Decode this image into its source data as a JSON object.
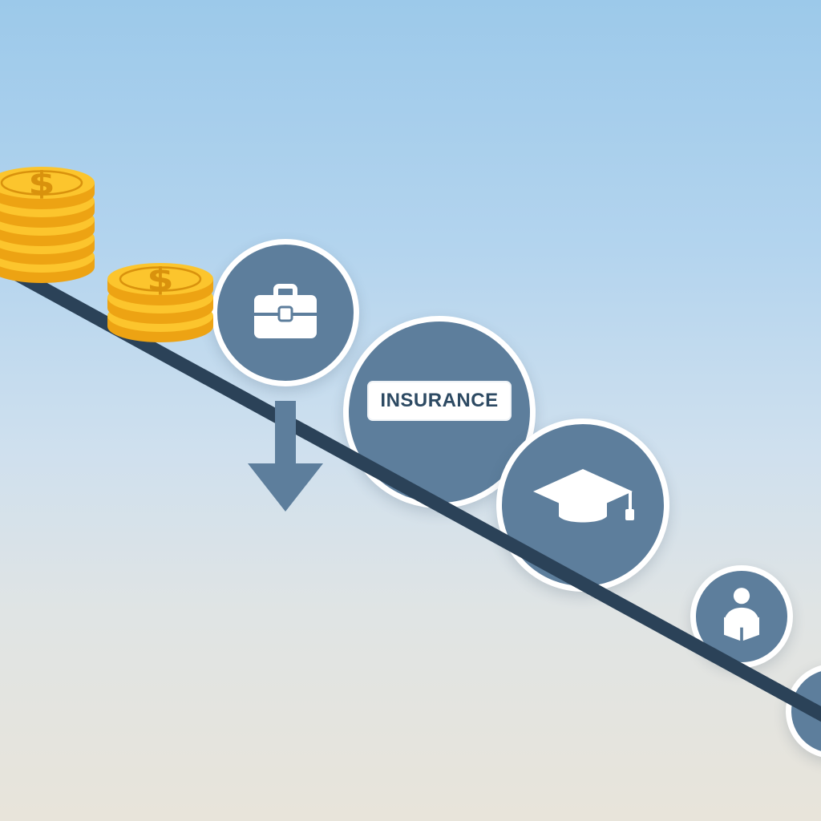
{
  "illustration": {
    "slope": {
      "name": "declining-slope-line"
    },
    "coin_stacks": [
      {
        "name": "coin-stack-large",
        "coin_count": 5,
        "symbol": "$"
      },
      {
        "name": "coin-stack-small",
        "coin_count": 3,
        "symbol": "$"
      }
    ],
    "nodes": [
      {
        "name": "briefcase-circle",
        "icon": "briefcase-icon"
      },
      {
        "name": "insurance-circle",
        "icon": "insurance-badge",
        "label": "INSURANCE"
      },
      {
        "name": "graduation-circle",
        "icon": "graduation-cap-icon"
      },
      {
        "name": "student-circle",
        "icon": "person-reading-icon"
      },
      {
        "name": "partial-circle",
        "icon": ""
      }
    ],
    "arrow": {
      "name": "down-arrow",
      "direction": "down"
    }
  },
  "colors": {
    "sky_top": "#9cc9ea",
    "sky_mid": "#cfe0ee",
    "sky_bottom": "#e8e4da",
    "slope": "#2b4258",
    "circle_fill": "#5d7e9c",
    "circle_border": "#ffffff",
    "icon_white": "#ffffff",
    "coin_face": "#fcc52d",
    "coin_side": "#eda313",
    "coin_detail": "#d9920d",
    "arrow": "#5d7e9c",
    "insurance_text": "#2d4a63",
    "badge_bg": "#ffffff"
  }
}
